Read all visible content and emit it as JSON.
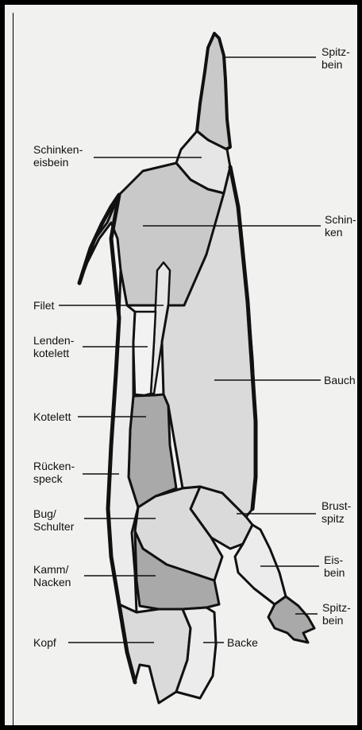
{
  "labels": {
    "spitzbein_top": "Spitz-\nbein",
    "schinkeneisbein": "Schinken-\neisbein",
    "schinken": "Schin-\nken",
    "filet": "Filet",
    "lendenkotelett": "Lenden-\nkotelett",
    "bauch": "Bauch",
    "kotelett": "Kotelett",
    "rueckenspeck": "Rücken-\nspeck",
    "brustspitz": "Brust-\nspitz",
    "bug_schulter": "Bug/\nSchulter",
    "eisbein": "Eis-\nbein",
    "kamm_nacken": "Kamm/\nNacken",
    "spitzbein_bottom": "Spitz-\nbein",
    "kopf": "Kopf",
    "backe": "Backe"
  },
  "colors": {
    "light": "#e6e6e6",
    "medium": "#c9c9c9",
    "dark": "#a9a9a9",
    "outline": "#111111"
  }
}
